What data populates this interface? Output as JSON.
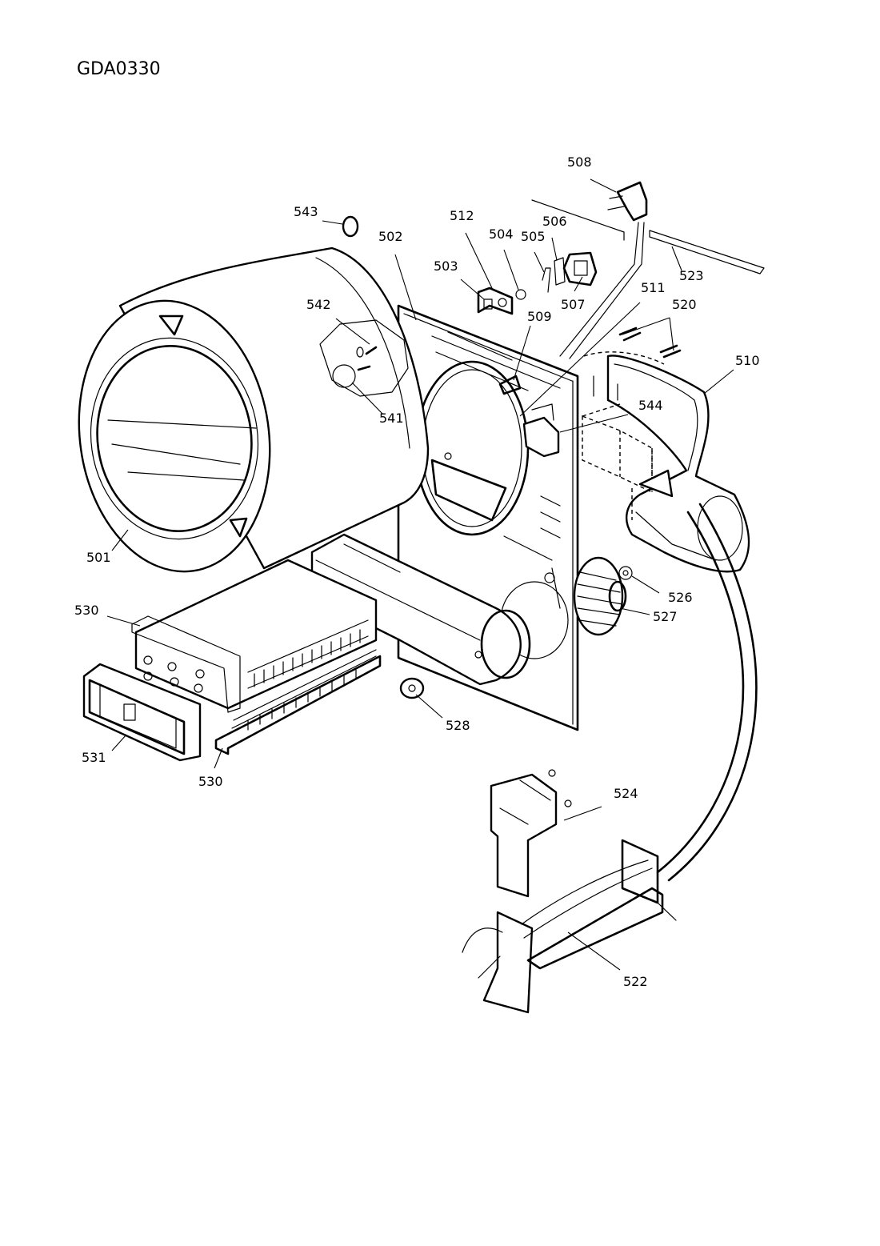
{
  "document": {
    "code": "GDA0330"
  },
  "parts": [
    {
      "number": "501"
    },
    {
      "number": "502"
    },
    {
      "number": "503"
    },
    {
      "number": "504"
    },
    {
      "number": "505"
    },
    {
      "number": "506"
    },
    {
      "number": "507"
    },
    {
      "number": "508"
    },
    {
      "number": "509"
    },
    {
      "number": "510"
    },
    {
      "number": "511"
    },
    {
      "number": "512"
    },
    {
      "number": "520"
    },
    {
      "number": "522"
    },
    {
      "number": "523"
    },
    {
      "number": "524"
    },
    {
      "number": "526"
    },
    {
      "number": "527"
    },
    {
      "number": "528"
    },
    {
      "number": "530"
    },
    {
      "number": "530"
    },
    {
      "number": "531"
    },
    {
      "number": "541"
    },
    {
      "number": "542"
    },
    {
      "number": "543"
    },
    {
      "number": "544"
    }
  ]
}
